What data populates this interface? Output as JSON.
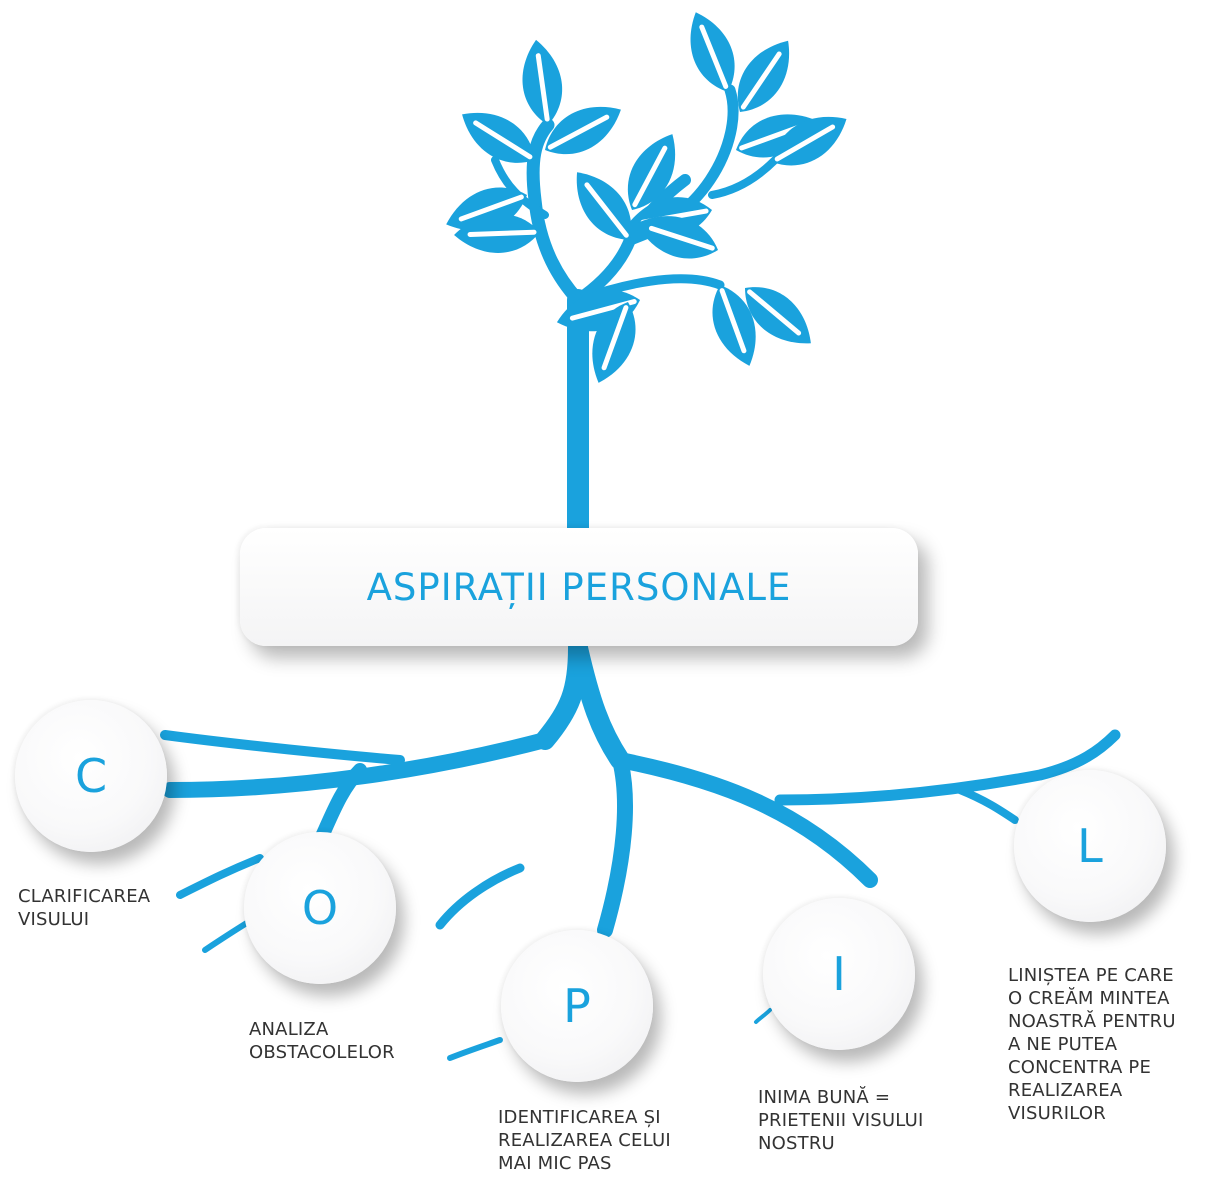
{
  "title": "ASPIRAȚII PERSONALE",
  "colors": {
    "accent": "#1aa2dd",
    "caption": "#333333",
    "box": "#ffffff"
  },
  "steps": [
    {
      "letter": "C",
      "caption": "CLARIFICAREA\nVISULUI"
    },
    {
      "letter": "O",
      "caption": "ANALIZA\nOBSTACOLELOR"
    },
    {
      "letter": "P",
      "caption": "IDENTIFICAREA ȘI\nREALIZAREA CELUI\nMAI MIC PAS"
    },
    {
      "letter": "I",
      "caption": "INIMA BUNĂ =\nPRIETENII VISULUI\nNOSTRU"
    },
    {
      "letter": "L",
      "caption": "LINIȘTEA PE CARE\nO CREĂM MINTEA\nNOASTRĂ PENTRU\nA NE PUTEA\nCONCENTRA PE\nREALIZAREA\nVISURILOR"
    }
  ]
}
